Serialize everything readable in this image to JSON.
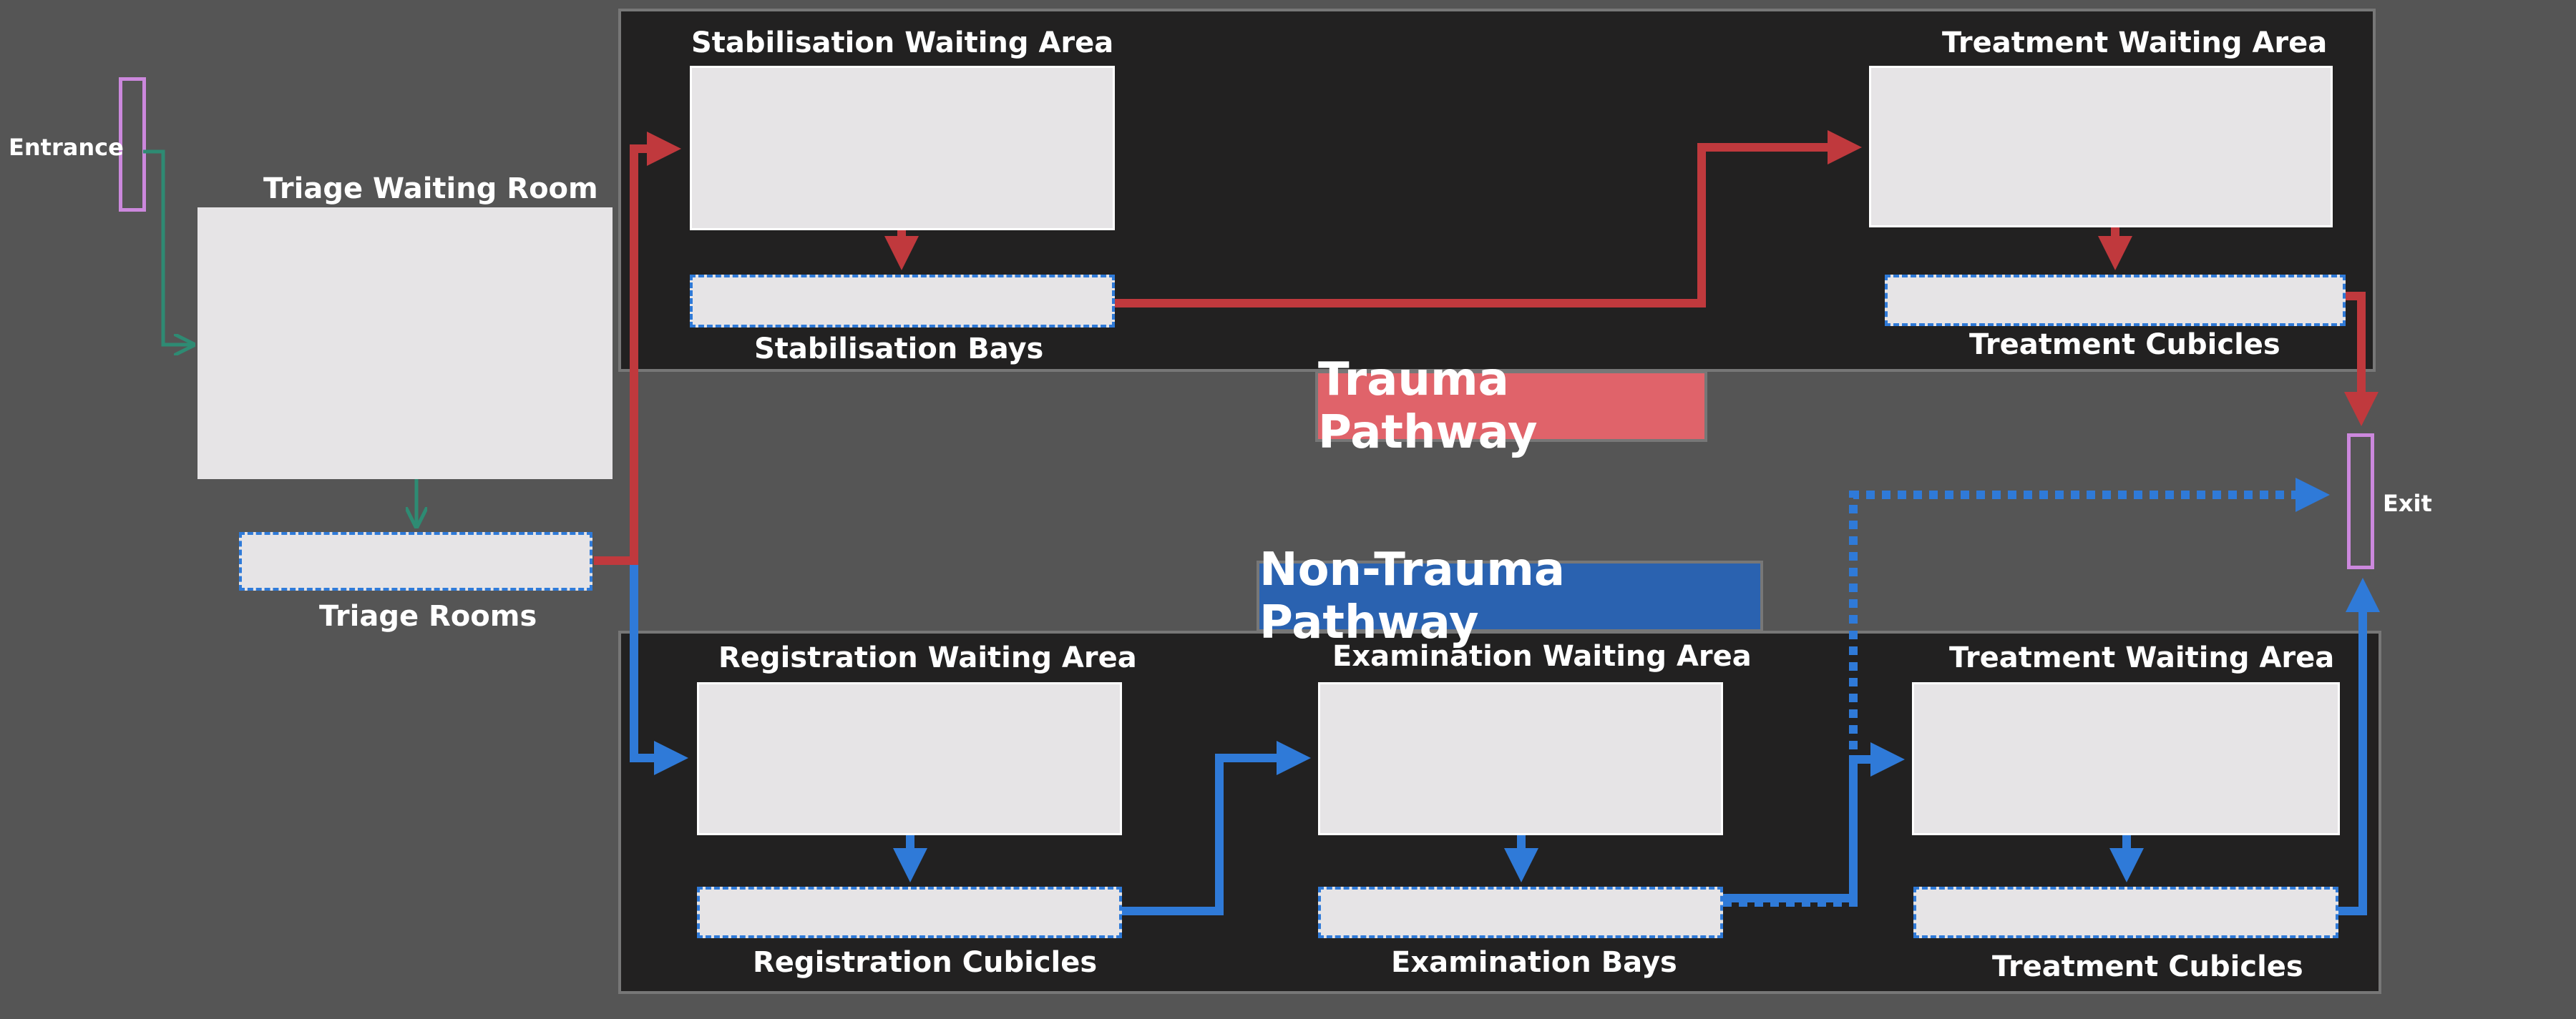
{
  "entrance_label": "Entrance",
  "exit_label": "Exit",
  "triage": {
    "waiting_room": "Triage Waiting Room",
    "rooms": "Triage Rooms"
  },
  "trauma": {
    "pathway_title": "Trauma Pathway",
    "stabilisation_waiting": "Stabilisation Waiting Area",
    "stabilisation_bays": "Stabilisation Bays",
    "treatment_waiting": "Treatment Waiting Area",
    "treatment_cubicles": "Treatment Cubicles"
  },
  "non_trauma": {
    "pathway_title": "Non-Trauma Pathway",
    "registration_waiting": "Registration Waiting Area",
    "registration_cubicles": "Registration Cubicles",
    "examination_waiting": "Examination Waiting Area",
    "examination_bays": "Examination Bays",
    "treatment_waiting": "Treatment Waiting Area",
    "treatment_cubicles": "Treatment Cubicles"
  },
  "colors": {
    "background": "#555555",
    "panel": "#222121",
    "room_fill": "#e6e4e6",
    "trauma_red": "#c0393d",
    "trauma_badge": "#e0636a",
    "non_trauma_blue": "#2f7ad8",
    "non_trauma_badge": "#2a62b0",
    "triage_green": "#2e8b73",
    "door_outline": "#cc88dd"
  }
}
